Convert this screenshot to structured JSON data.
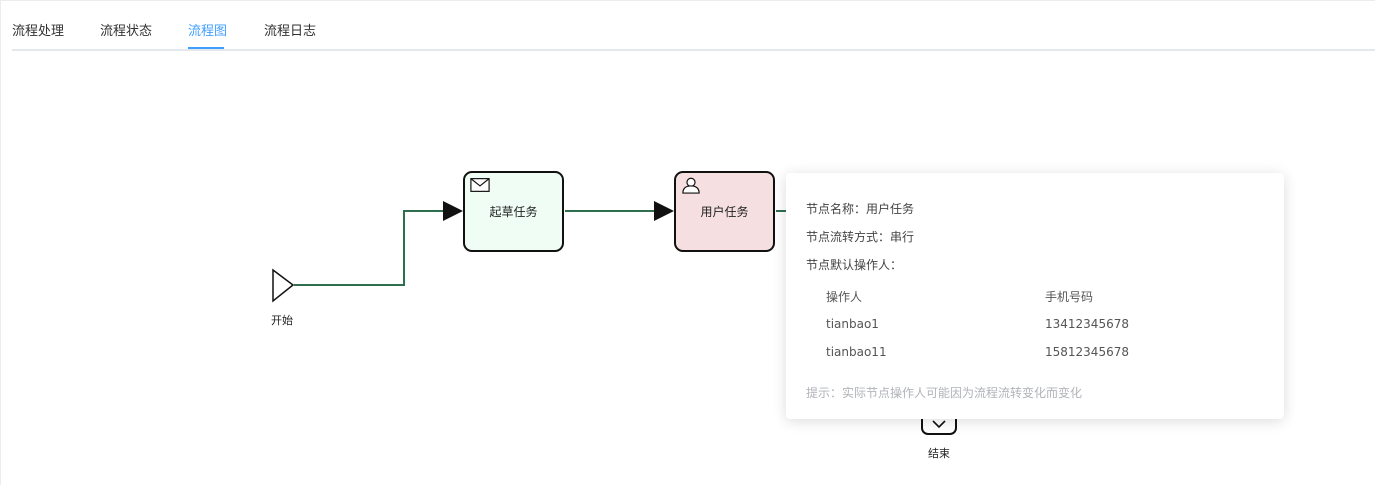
{
  "tabs": [
    {
      "label": "流程处理",
      "active": false
    },
    {
      "label": "流程状态",
      "active": false
    },
    {
      "label": "流程图",
      "active": true
    },
    {
      "label": "流程日志",
      "active": false
    }
  ],
  "colors": {
    "accent": "#409eff",
    "edge": "#2f6f4f",
    "draft_fill": "#effdf5",
    "user_fill": "#f6dfe0"
  },
  "diagram": {
    "start": {
      "label": "开始",
      "icon": "start-triangle-icon"
    },
    "draft_task": {
      "label": "起草任务",
      "icon": "envelope-icon"
    },
    "user_task": {
      "label": "用户任务",
      "icon": "user-icon"
    },
    "end": {
      "label": "结束",
      "icon": "chevron-down-icon"
    }
  },
  "popover": {
    "name_label": "节点名称：",
    "name_value": "用户任务",
    "flow_label": "节点流转方式：",
    "flow_value": "串行",
    "operators_label": "节点默认操作人：",
    "table": {
      "headers": [
        "操作人",
        "手机号码"
      ],
      "rows": [
        [
          "tianbao1",
          "13412345678"
        ],
        [
          "tianbao11",
          "15812345678"
        ]
      ]
    },
    "hint": "提示：实际节点操作人可能因为流程流转变化而变化"
  }
}
